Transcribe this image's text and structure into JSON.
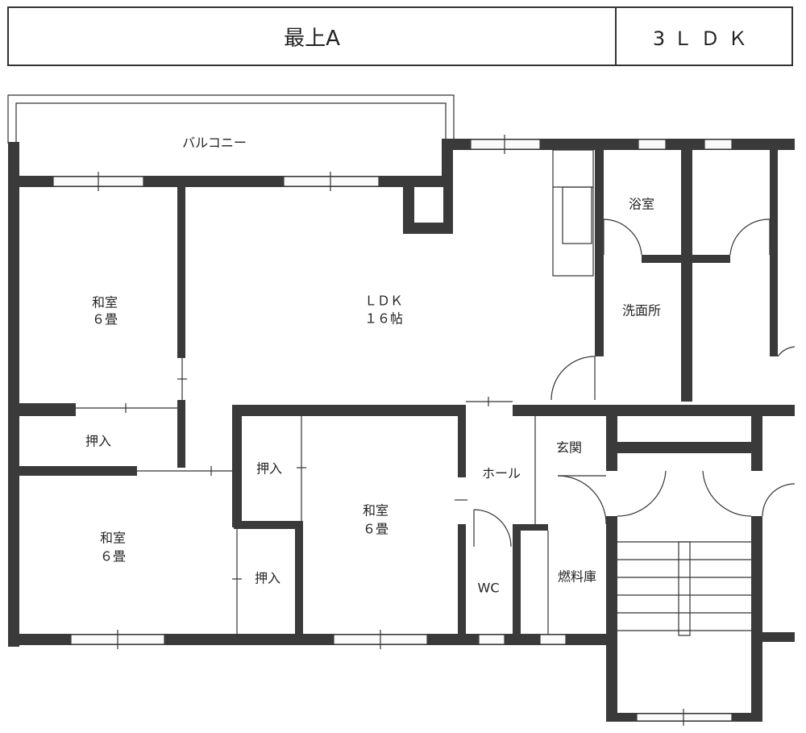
{
  "header": {
    "title": "最上A",
    "layout_type": "3ＬＤＫ"
  },
  "rooms": {
    "balcony": "バルコニー",
    "washitsu_nw_name": "和室",
    "washitsu_nw_size": "６畳",
    "ldk_name": "ＬＤＫ",
    "ldk_size": "１６帖",
    "bath": "浴室",
    "washroom": "洗面所",
    "closet_w": "押入",
    "closet_c1": "押入",
    "closet_c2": "押入",
    "washitsu_sw_name": "和室",
    "washitsu_sw_size": "６畳",
    "washitsu_c_name": "和室",
    "washitsu_c_size": "６畳",
    "entrance": "玄関",
    "hall": "ホール",
    "wc": "WC",
    "fuel_storage": "燃料庫"
  }
}
